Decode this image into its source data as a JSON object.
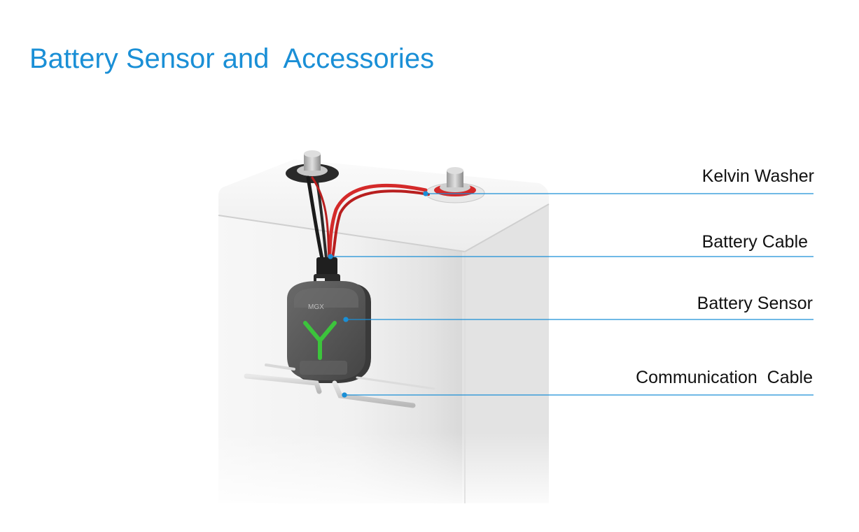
{
  "title": "Battery Sensor and  Accessories",
  "callouts": {
    "kelvin_washer": "Kelvin Washer",
    "battery_cable": "Battery Cable ",
    "battery_sensor": "Battery Sensor",
    "communication_cable": "Communication  Cable"
  },
  "sensor_brand": "MGX",
  "colors": {
    "title": "#1a8fd6",
    "leader_line": "#1a8fd6",
    "battery_body": "#eeeeee",
    "sensor_body": "#5a5a5a",
    "sensor_logo": "#3cc43c",
    "cable_red": "#d42a2a",
    "cable_black": "#1a1a1a"
  }
}
